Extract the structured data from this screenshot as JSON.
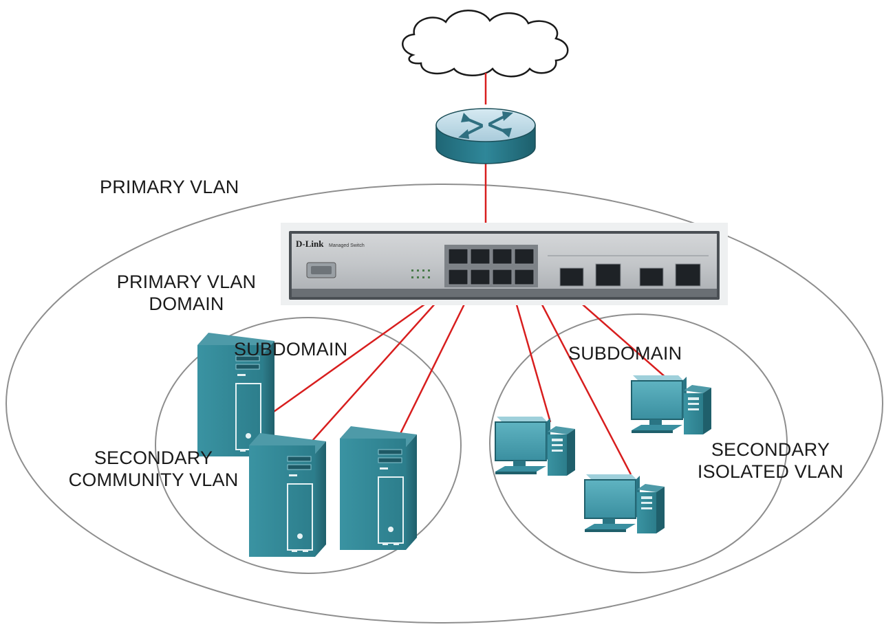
{
  "labels": {
    "primary_vlan": "PRIMARY VLAN",
    "primary_vlan_domain": [
      "PRIMARY VLAN",
      "DOMAIN"
    ],
    "subdomain_left": "SUBDOMAIN",
    "subdomain_right": "SUBDOMAIN",
    "secondary_community": [
      "SECONDARY",
      "COMMUNITY VLAN"
    ],
    "secondary_isolated": [
      "SECONDARY",
      "ISOLATED VLAN"
    ]
  },
  "switch": {
    "brand": "D-Link",
    "subtitle": "Managed Switch"
  },
  "colors": {
    "link": "#d81e1e",
    "ellipse_stroke": "#9a9a9a",
    "device_teal": "#2e7f8c",
    "device_teal_light": "#4ea3b1",
    "router_top": "#b4d4e2"
  },
  "icons": [
    "cloud-icon",
    "router-icon",
    "switch-icon",
    "server-icon",
    "workstation-icon"
  ]
}
